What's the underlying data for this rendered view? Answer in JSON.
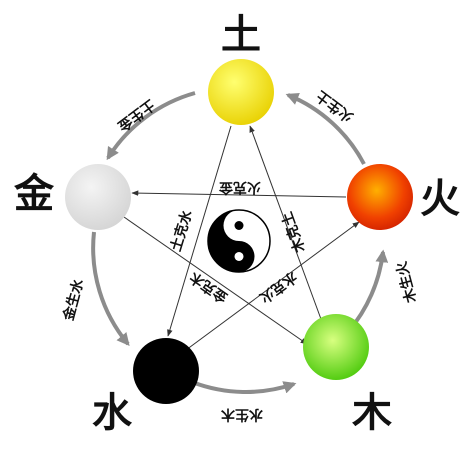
{
  "elements": {
    "earth": {
      "char": "土",
      "color": "#f2e600"
    },
    "fire": {
      "char": "火",
      "color": "#e83a00"
    },
    "wood": {
      "char": "木",
      "color": "#5fd400"
    },
    "water": {
      "char": "水",
      "color": "#000000"
    },
    "metal": {
      "char": "金",
      "color": "#e2e2e2"
    }
  },
  "generating": {
    "fire_earth": "火生土",
    "wood_fire": "木生火",
    "water_wood": "水生木",
    "metal_water": "金生水",
    "earth_metal": "土生金"
  },
  "controlling": {
    "fire_metal": "火克金",
    "earth_water": "土克水",
    "wood_earth": "木克土",
    "water_fire": "水克火",
    "metal_wood": "金克木"
  }
}
